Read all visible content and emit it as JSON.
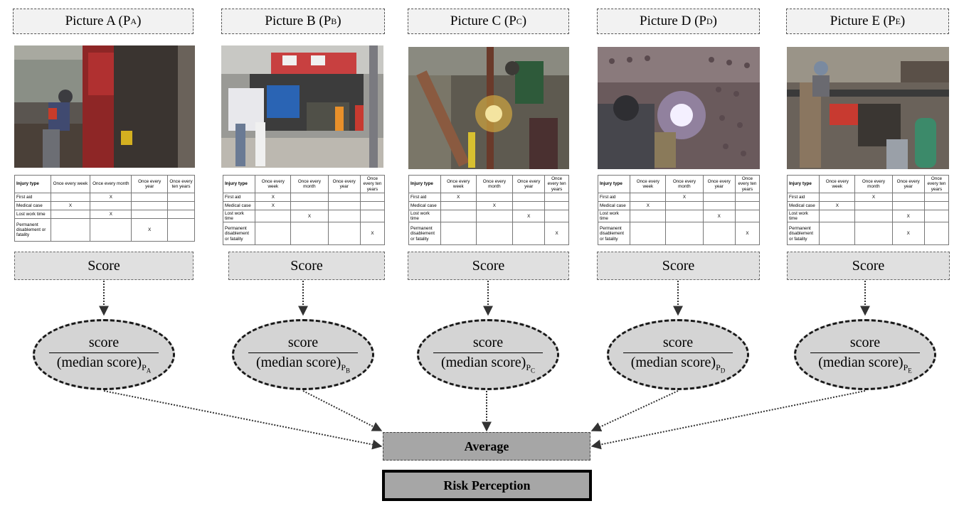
{
  "panels": [
    {
      "title_main": "Picture A (P",
      "title_sub": "A",
      "label_sub": "A",
      "marks": [
        2,
        1,
        2,
        3
      ]
    },
    {
      "title_main": "Picture B (P",
      "title_sub": "B",
      "label_sub": "B",
      "marks": [
        1,
        1,
        2,
        4
      ]
    },
    {
      "title_main": "Picture C (P",
      "title_sub": "C",
      "label_sub": "C",
      "marks": [
        1,
        2,
        3,
        4
      ]
    },
    {
      "title_main": "Picture D (P",
      "title_sub": "D",
      "label_sub": "D",
      "marks": [
        2,
        1,
        3,
        4
      ]
    },
    {
      "title_main": "Picture E (P",
      "title_sub": "E",
      "label_sub": "E",
      "marks": [
        2,
        1,
        3,
        3
      ]
    }
  ],
  "title_close": ")",
  "table": {
    "headers": [
      "Injury type",
      "Once every week",
      "Once every month",
      "Once every year",
      "Once every ten years"
    ],
    "rows": [
      "First aid",
      "Medical case",
      "Lost work time",
      "Permanent disablement or fatality"
    ],
    "mark": "X"
  },
  "score_label": "Score",
  "fraction": {
    "numerator": "score",
    "denominator": "(median score)",
    "denominator_sub": "P"
  },
  "average_label": "Average",
  "risk_label": "Risk Perception",
  "colors": {
    "box_fill": "#e0e0e0",
    "ellipse_fill": "#d4d4d4",
    "result_fill": "#a6a6a6"
  }
}
